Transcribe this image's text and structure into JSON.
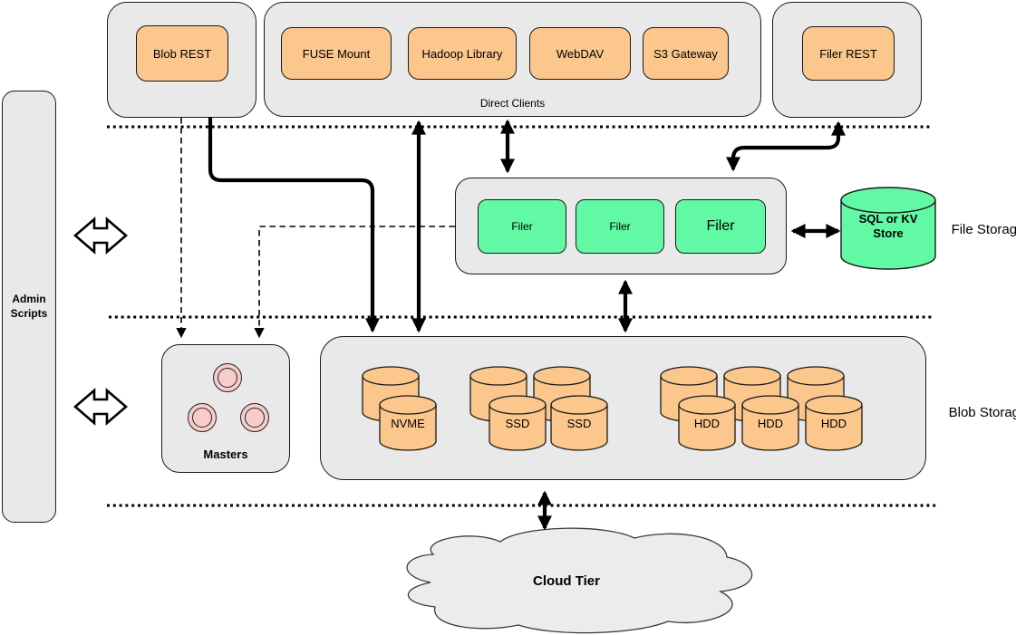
{
  "colors": {
    "container_gray": "#e9e9e9",
    "node_orange": "#fbc78c",
    "node_green": "#62f9a5",
    "masters_pink": "#f7cdcb",
    "cloud_gray": "#ececec",
    "line_black": "#000000"
  },
  "admin": {
    "label": "Admin Scripts"
  },
  "top_row": {
    "blob_rest": "Blob REST",
    "direct_clients_label": "Direct Clients",
    "clients": [
      "FUSE Mount",
      "Hadoop Library",
      "WebDAV",
      "S3 Gateway"
    ],
    "filer_rest": "Filer REST"
  },
  "file_storage": {
    "filers": [
      "Filer",
      "Filer",
      "Filer"
    ],
    "store": "SQL or KV Store",
    "section_label": "File Storage"
  },
  "blob_storage": {
    "masters_label": "Masters",
    "disks": [
      "NVME",
      "SSD",
      "SSD",
      "HDD",
      "HDD",
      "HDD"
    ],
    "section_label": "Blob Storage"
  },
  "cloud": {
    "label": "Cloud Tier"
  }
}
